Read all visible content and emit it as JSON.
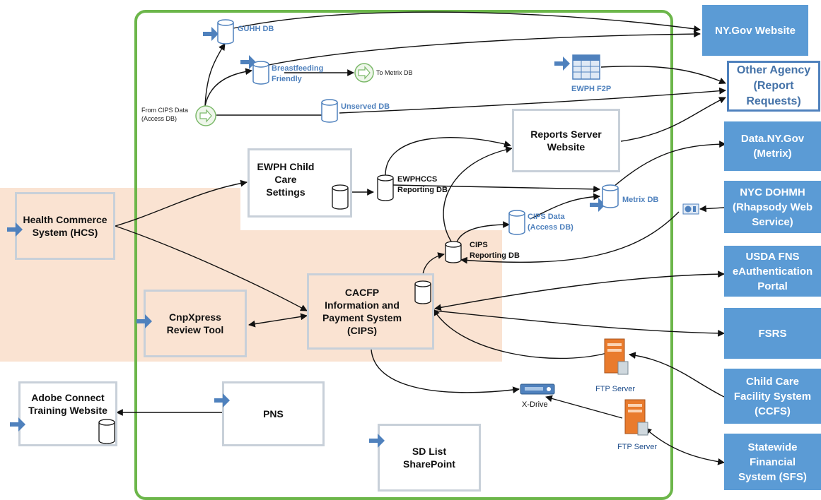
{
  "nodes": {
    "ny_gov": "NY.Gov Website",
    "other_agency": "Other Agency\n(Report\nRequests)",
    "data_ny_gov": "Data.NY.Gov\n(Metrix)",
    "nyc_dohmh": "NYC DOHMH\n(Rhapsody Web\nService)",
    "usda_fns": "USDA FNS\neAuthentication\nPortal",
    "fsrs": "FSRS",
    "ccfs": "Child Care\nFacility System\n(CCFS)",
    "sfs": "Statewide\nFinancial\nSystem (SFS)",
    "hcs": "Health Commerce\nSystem (HCS)",
    "cnpxpress": "CnpXpress\nReview Tool",
    "cips": "CACFP\nInformation and\nPayment System\n(CIPS)",
    "ewph_ccs": "EWPH Child Care\nSettings",
    "reports_server": "Reports Server\nWebsite",
    "adobe_connect": "Adobe Connect\nTraining Website",
    "pns": "PNS",
    "sd_list": "SD List\nSharePoint"
  },
  "labels": {
    "guhh_db": "GUHH DB",
    "breastfeeding": "Breastfeeding\nFriendly",
    "to_metrix": "To Metrix DB",
    "ewph_f2p": "EWPH F2P",
    "from_cips": "From CIPS Data\n(Access DB)",
    "unserved_db": "Unserved DB",
    "ewphccs_db": "EWPHCCS\nReporting DB",
    "metrix_db": "Metrix DB",
    "cips_data": "CIPS Data\n(Access DB)",
    "cips_reporting": "CIPS\nReporting DB",
    "ftp_server_1": "FTP Server",
    "ftp_server_2": "FTP Server",
    "x_drive": "X-Drive"
  },
  "colors": {
    "system_frame": "#6cb64a",
    "external_fill": "#5b9bd5",
    "highlight_zone": "#fae3d2",
    "entry_arrow": "#4f81bd"
  },
  "icons": [
    "database-icon",
    "entry-arrow-icon",
    "report-grid-icon",
    "ftp-server-icon",
    "drive-icon",
    "globe-service-icon",
    "connector-arrow-icon"
  ]
}
